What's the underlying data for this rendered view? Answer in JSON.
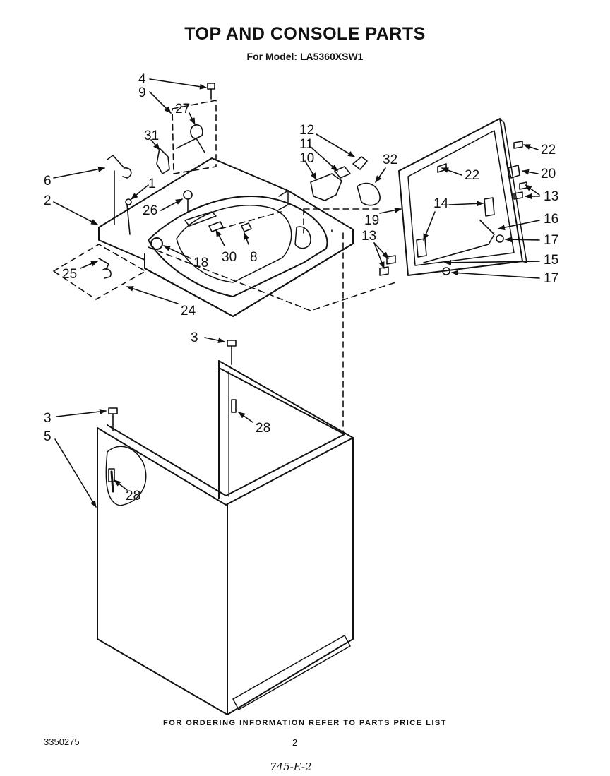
{
  "title": "TOP AND CONSOLE PARTS",
  "subtitle": "For Model: LA5360XSW1",
  "callouts": [
    "4",
    "9",
    "27",
    "31",
    "6",
    "1",
    "2",
    "26",
    "12",
    "11",
    "10",
    "32",
    "22",
    "22",
    "20",
    "13",
    "14",
    "16",
    "19",
    "17",
    "13",
    "15",
    "17",
    "30",
    "8",
    "18",
    "25",
    "24",
    "3",
    "28",
    "3",
    "5",
    "28"
  ],
  "footer_note": "FOR ORDERING INFORMATION REFER TO PARTS PRICE LIST",
  "doc_number": "3350275",
  "page_number": "2",
  "handwritten_note": "745-E-2"
}
